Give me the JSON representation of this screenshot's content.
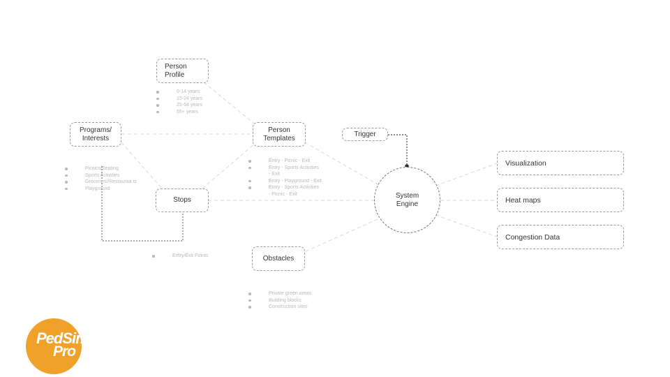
{
  "nodes": {
    "person_profile": "Person\nProfile",
    "programs_interests": "Programs/\nInterests",
    "person_templates": "Person\nTemplates",
    "trigger": "Trigger",
    "stops": "Stops",
    "obstacles": "Obstacles",
    "system_engine": "System\nEngine",
    "visualization": "Visualization",
    "heat_maps": "Heat maps",
    "congestion_data": "Congestion Data"
  },
  "lists": {
    "age_groups": [
      "0-14 years",
      "15-24 years",
      "25-64 years",
      "65+ years"
    ],
    "interests": [
      "Picnics/Seating",
      "Sports Activities",
      "Groceries//Restauraa ts",
      "Playground"
    ],
    "templates": [
      "Entry - Picnic - Exit",
      "Entry - Sports Activities - Exit",
      "Entry - Playground - Exit",
      "Entry - Sports Activities - Picnic - Exit"
    ],
    "stops": [
      "Entry/Exit Points"
    ],
    "obstacles": [
      "Private green areas",
      "Building blocks",
      "Construction sites"
    ]
  },
  "logo": {
    "line1": "PedSim",
    "line2": "Pro"
  },
  "colors": {
    "logo": "#f0a12a",
    "border": "#9a9a9a",
    "connector_light": "#d6d6d6",
    "connector_dark": "#555555",
    "text": "#333333",
    "muted_text": "#b9b9b9"
  }
}
